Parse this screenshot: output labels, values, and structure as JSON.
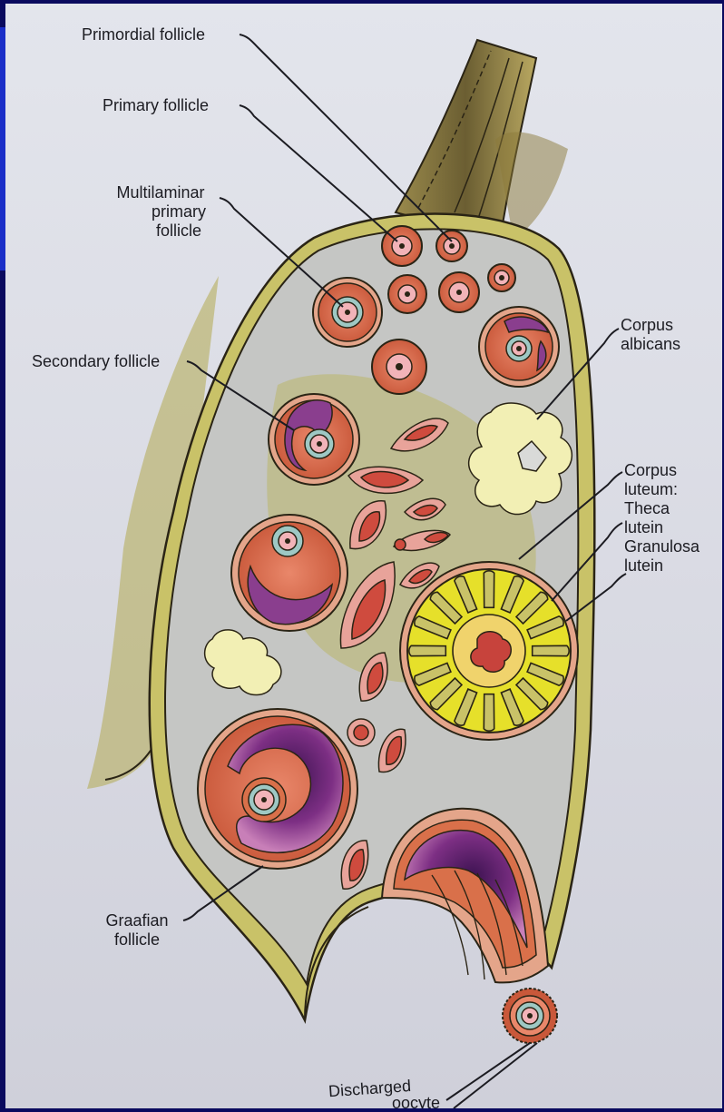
{
  "labels": {
    "primordial": "Primordial follicle",
    "primary": "Primary follicle",
    "multilaminar_1": "Multilaminar",
    "multilaminar_2": "primary",
    "multilaminar_3": "follicle",
    "secondary": "Secondary follicle",
    "albicans_1": "Corpus",
    "albicans_2": "albicans",
    "luteum_1": "Corpus",
    "luteum_2": "luteum:",
    "theca_1": "Theca",
    "theca_2": "lutein",
    "granulosa_1": "Granulosa",
    "granulosa_2": "lutein",
    "graafian_1": "Graafian",
    "graafian_2": "follicle",
    "discharged_1": "Discharged",
    "discharged_2": "oocyte"
  },
  "colors": {
    "ovary_capsule": "#c9c268",
    "stroma": "#c5c6c4",
    "follicle": "#d9704a",
    "oocyte": "#f2b3b8",
    "antrum": "#7d2f84",
    "lutein": "#e6e02a",
    "albicans": "#f2efb4",
    "atretic": "#cf4b3e"
  }
}
